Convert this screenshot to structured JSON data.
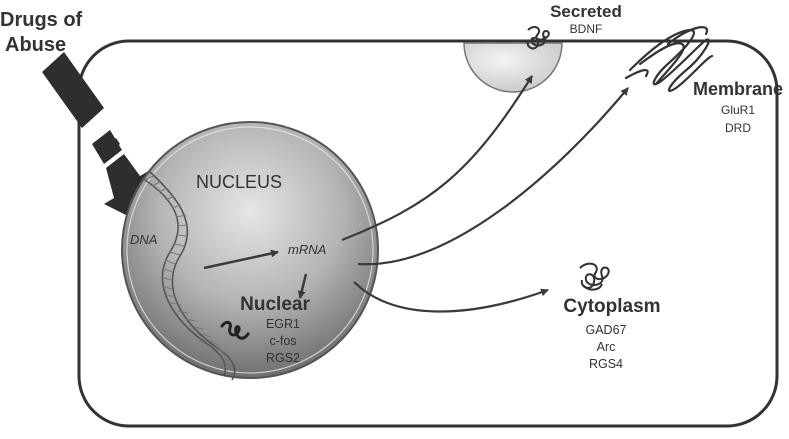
{
  "drug_label": [
    "Drugs of",
    "Abuse"
  ],
  "nucleus_label": "NUCLEUS",
  "dna_label": "DNA",
  "mrna_label": "mRNA",
  "categories": {
    "secreted": {
      "title": "Secreted",
      "items": [
        "BDNF"
      ]
    },
    "membrane": {
      "title": "Membrane",
      "items": [
        "GluR1",
        "DRD"
      ]
    },
    "cytoplasm": {
      "title": "Cytoplasm",
      "items": [
        "GAD67",
        "Arc",
        "RGS4"
      ]
    },
    "nuclear": {
      "title": "Nuclear",
      "items": [
        "EGR1",
        "c-fos",
        "RGS2"
      ]
    }
  },
  "colors": {
    "outline": "#333333",
    "arrow": "#3a3a3a",
    "nucleus_light": "#dedede",
    "nucleus_dark": "#7a7a7a",
    "vesicle": "#d4d4d4",
    "text": "#333333"
  }
}
